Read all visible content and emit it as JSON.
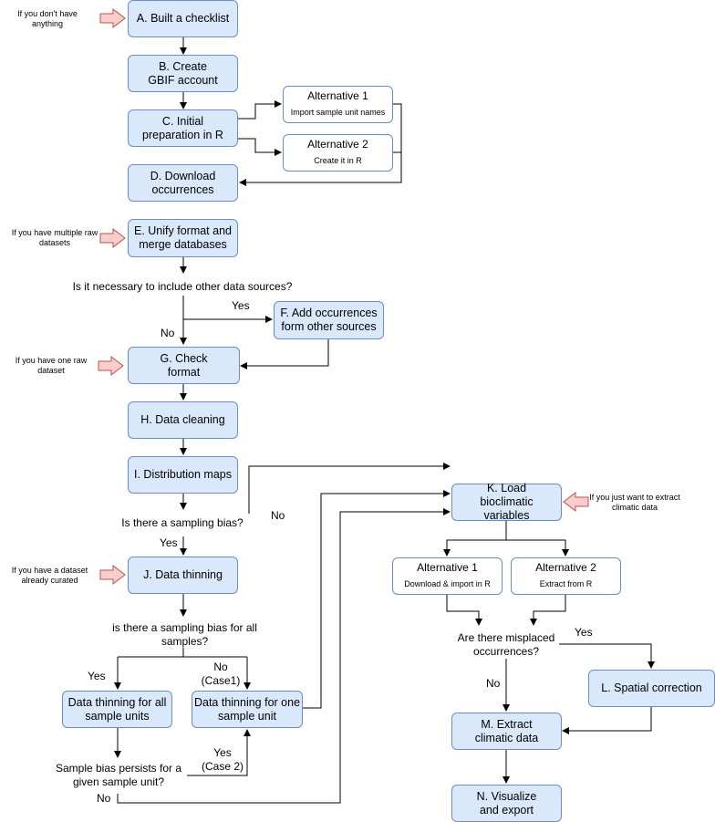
{
  "nodes": {
    "a": "A. Built a checklist",
    "b": "B. Create GBIF account",
    "c": "C. Initial preparation in R",
    "c_alt1_title": "Alternative 1",
    "c_alt1_sub": "Import sample unit names",
    "c_alt2_title": "Alternative 2",
    "c_alt2_sub": "Create it in R",
    "d": "D. Download occurrences",
    "e": "E. Unify format and merge databases",
    "f": "F. Add occurrences form other sources",
    "g": "G. Check format",
    "h": "H. Data cleaning",
    "i": "I. Distribution maps",
    "j": "J. Data thinning",
    "thin_all": "Data thinning for all sample units",
    "thin_one": "Data thinning for one sample unit",
    "k": "K. Load bioclimatic variables",
    "k_alt1_title": "Alternative 1",
    "k_alt1_sub": "Download & import in R",
    "k_alt2_title": "Alternative 2",
    "k_alt2_sub": "Extract from R",
    "l": "L. Spatial correction",
    "m": "M. Extract climatic data",
    "n": "N. Visualize and export"
  },
  "questions": {
    "other_sources": "Is it necessary to include other data sources?",
    "sampling_bias": "Is there a sampling bias?",
    "bias_all": "is there a sampling bias for all samples?",
    "bias_persists": "Sample bias persists for a given sample unit?",
    "misplaced": "Are there misplaced occurrences?"
  },
  "edge_labels": {
    "other_yes": "Yes",
    "other_no": "No",
    "bias_no": "No",
    "bias_yes": "Yes",
    "all_yes": "Yes",
    "all_no": "No (Case1)",
    "persist_yes": "Yes (Case 2)",
    "persist_no": "No",
    "misplaced_yes": "Yes",
    "misplaced_no": "No"
  },
  "entry_notes": {
    "a": "If you don't have anything",
    "e": "If you have multiple raw datasets",
    "g": "If you have one raw dataset",
    "j": "If you have a dataset already curated",
    "k": "If you just want to extract climatic data"
  },
  "colors": {
    "box_fill": "#dae8fc",
    "box_stroke": "#6c8ebf",
    "entry_arrow_fill": "#f8cecc",
    "entry_arrow_stroke": "#b85450"
  }
}
